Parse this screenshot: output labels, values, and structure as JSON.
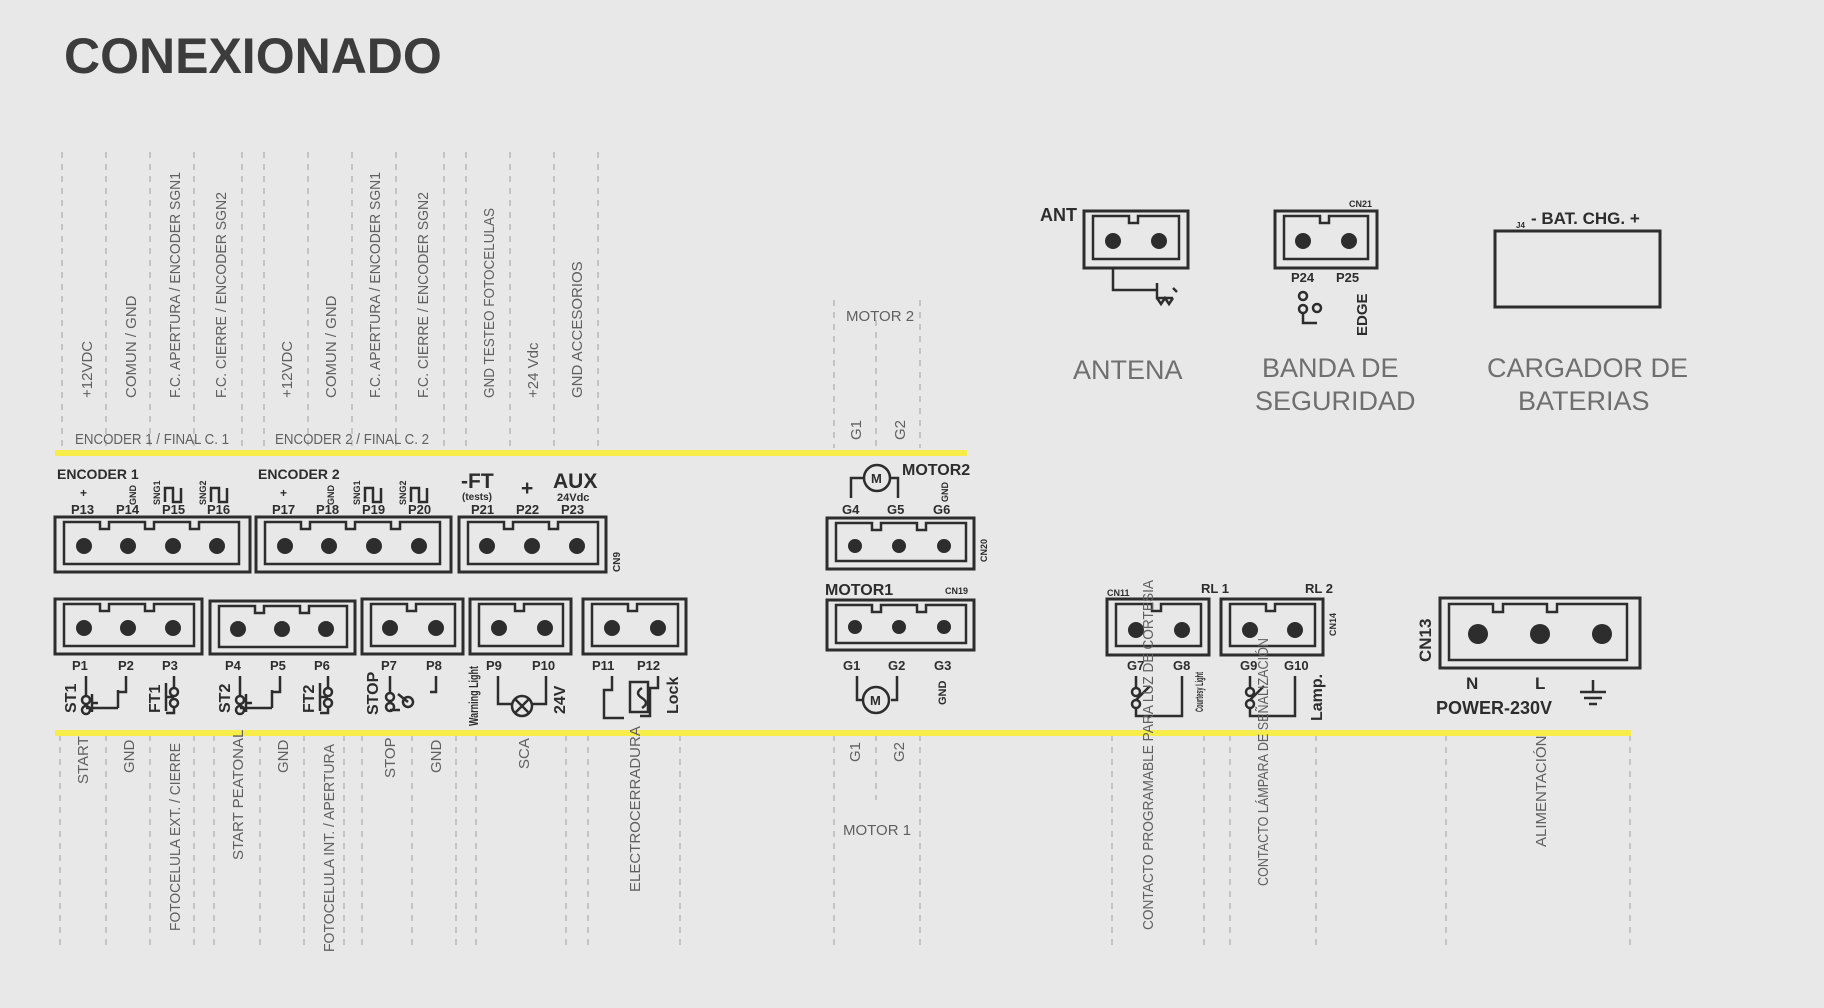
{
  "page": {
    "title": "CONEXIONADO"
  },
  "top_terminals": [
    {
      "id": "p13",
      "vertical_label": "+12VDC"
    },
    {
      "id": "p14",
      "vertical_label": "COMUN / GND"
    },
    {
      "id": "p15",
      "vertical_label": "F.C. APERTURA / ENCODER SGN1"
    },
    {
      "id": "p16",
      "vertical_label": "F.C. CIERRE / ENCODER SGN2"
    },
    {
      "id": "p17",
      "vertical_label": "+12VDC"
    },
    {
      "id": "p18",
      "vertical_label": "COMUN / GND"
    },
    {
      "id": "p19",
      "vertical_label": "F.C. APERTURA / ENCODER SGN1"
    },
    {
      "id": "p20",
      "vertical_label": "F.C. CIERRE / ENCODER SGN2"
    },
    {
      "id": "p21",
      "vertical_label": "GND TESTEO FOTOCELULAS"
    },
    {
      "id": "p22",
      "vertical_label": "+24 Vdc"
    },
    {
      "id": "p23",
      "vertical_label": "GND ACCESORIOS"
    }
  ],
  "top_groups": {
    "encoder1": "ENCODER 1 /  FINAL C. 1",
    "encoder2": "ENCODER 2 /  FINAL C. 2"
  },
  "motor2": {
    "label": "MOTOR 2",
    "g1": "G1",
    "g2": "G2",
    "block_title": "MOTOR2",
    "pins": [
      "G4",
      "G5",
      "G6"
    ],
    "g6_sub": "GND",
    "cn": "CN20",
    "m": "M"
  },
  "motor1": {
    "label": "MOTOR 1",
    "g1": "G1",
    "g2": "G2",
    "block_title": "MOTOR1",
    "pins": [
      "G1",
      "G2",
      "G3"
    ],
    "g3_sub": "GND",
    "cn": "CN19",
    "m": "M"
  },
  "enc_blocks": {
    "enc1_title": "ENCODER 1",
    "enc2_title": "ENCODER 2",
    "pins": [
      "P13",
      "P14",
      "P15",
      "P16",
      "P17",
      "P18",
      "P19",
      "P20",
      "P21",
      "P22",
      "P23"
    ],
    "plus": "+",
    "gnd": "GND",
    "sng1": "SNG1",
    "sng2": "SNG2",
    "ft": "-FT",
    "tests": "(tests)",
    "plus_sign": "+",
    "aux": "AUX",
    "aux_v": "24Vdc",
    "cn": "CN9"
  },
  "bottom_pins": [
    "P1",
    "P2",
    "P3",
    "P4",
    "P5",
    "P6",
    "P7",
    "P8",
    "P9",
    "P10",
    "P11",
    "P12"
  ],
  "bottom_symbols": {
    "st1": "ST1",
    "ft1": "FT1",
    "st2": "ST2",
    "ft2": "FT2",
    "stop": "STOP",
    "warning": "Warning Light",
    "v24": "24V",
    "lock": "Lock"
  },
  "bottom_labels": [
    "START",
    "GND",
    "FOTOCELULA EXT. / CIERRE",
    "START PEATONAL",
    "GND",
    "FOTOCELULA INT. / APERTURA",
    "STOP",
    "GND",
    "SCA",
    "ELECTROCERRADURA"
  ],
  "relays": {
    "cn11": "CN11",
    "rl1": "RL 1",
    "rl2": "RL 2",
    "cn14": "CN14",
    "pins": [
      "G7",
      "G8",
      "G9",
      "G10"
    ],
    "courtesy": "Courtesy Light",
    "lamp": "Lamp.",
    "label1": "CONTACTO PROGRAMABLE PARA LUZ DE CORTESIA",
    "label2": "CONTACTO LÁMPARA DE SEÑALIZACIÓN"
  },
  "power": {
    "cn": "CN13",
    "n": "N",
    "l": "L",
    "title": "POWER-230V",
    "label": "ALIMENTACIÓN"
  },
  "antenna": {
    "tag": "ANT",
    "title": "ANTENA"
  },
  "edge": {
    "cn": "CN21",
    "p24": "P24",
    "p25": "P25",
    "edge": "EDGE",
    "title_l1": "BANDA DE",
    "title_l2": "SEGURIDAD"
  },
  "battery": {
    "j": "J4",
    "label": "- BAT. CHG. +",
    "title_l1": "CARGADOR DE",
    "title_l2": "BATERIAS"
  },
  "colors": {
    "background": "#e7e8e7",
    "ink": "#2d2d2d",
    "accent_yellow": "#f6ec4a",
    "label_gray": "#606060"
  }
}
